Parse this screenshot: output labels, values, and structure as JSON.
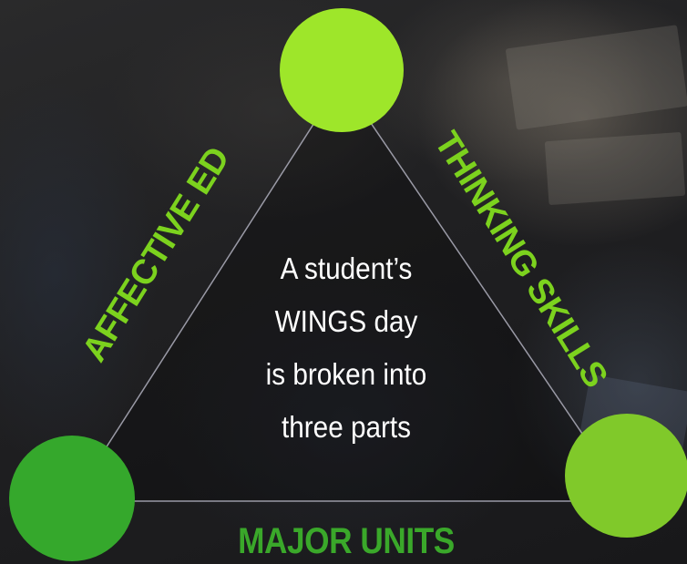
{
  "colors": {
    "top_circle": "#9ee62a",
    "left_circle": "#35a82c",
    "right_circle": "#80c92a",
    "side_label": "#7cd21e",
    "bottom_label": "#3aa82a",
    "triangle_edge": "#9a9aa6",
    "center_text": "#ffffff"
  },
  "labels": {
    "left": "AFFECTIVE ED",
    "right": "THINKING SKILLS",
    "bottom": "MAJOR UNITS"
  },
  "center": {
    "lines": [
      "A student’s",
      "WINGS day",
      "is broken into",
      "three parts"
    ]
  }
}
